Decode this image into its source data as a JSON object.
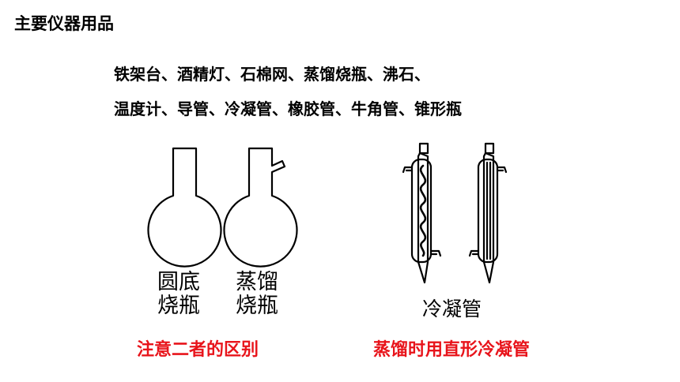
{
  "header": {
    "title": "主要仪器用品"
  },
  "equipment": {
    "line1": "铁架台、酒精灯、石棉网、蒸馏烧瓶、沸石、",
    "line2": "温度计、导管、冷凝管、橡胶管、牛角管、锥形瓶"
  },
  "flasks": {
    "round_bottom": {
      "line1": "圆底",
      "line2": "烧瓶"
    },
    "distilling": {
      "line1": "蒸馏",
      "line2": "烧瓶"
    }
  },
  "condensers": {
    "label": "冷凝管"
  },
  "notes": {
    "left": "注意二者的区别",
    "right": "蒸馏时用直形冷凝管",
    "color": "#e8141b"
  },
  "colors": {
    "text": "#000000",
    "line": "#000000",
    "background": "#ffffff"
  }
}
